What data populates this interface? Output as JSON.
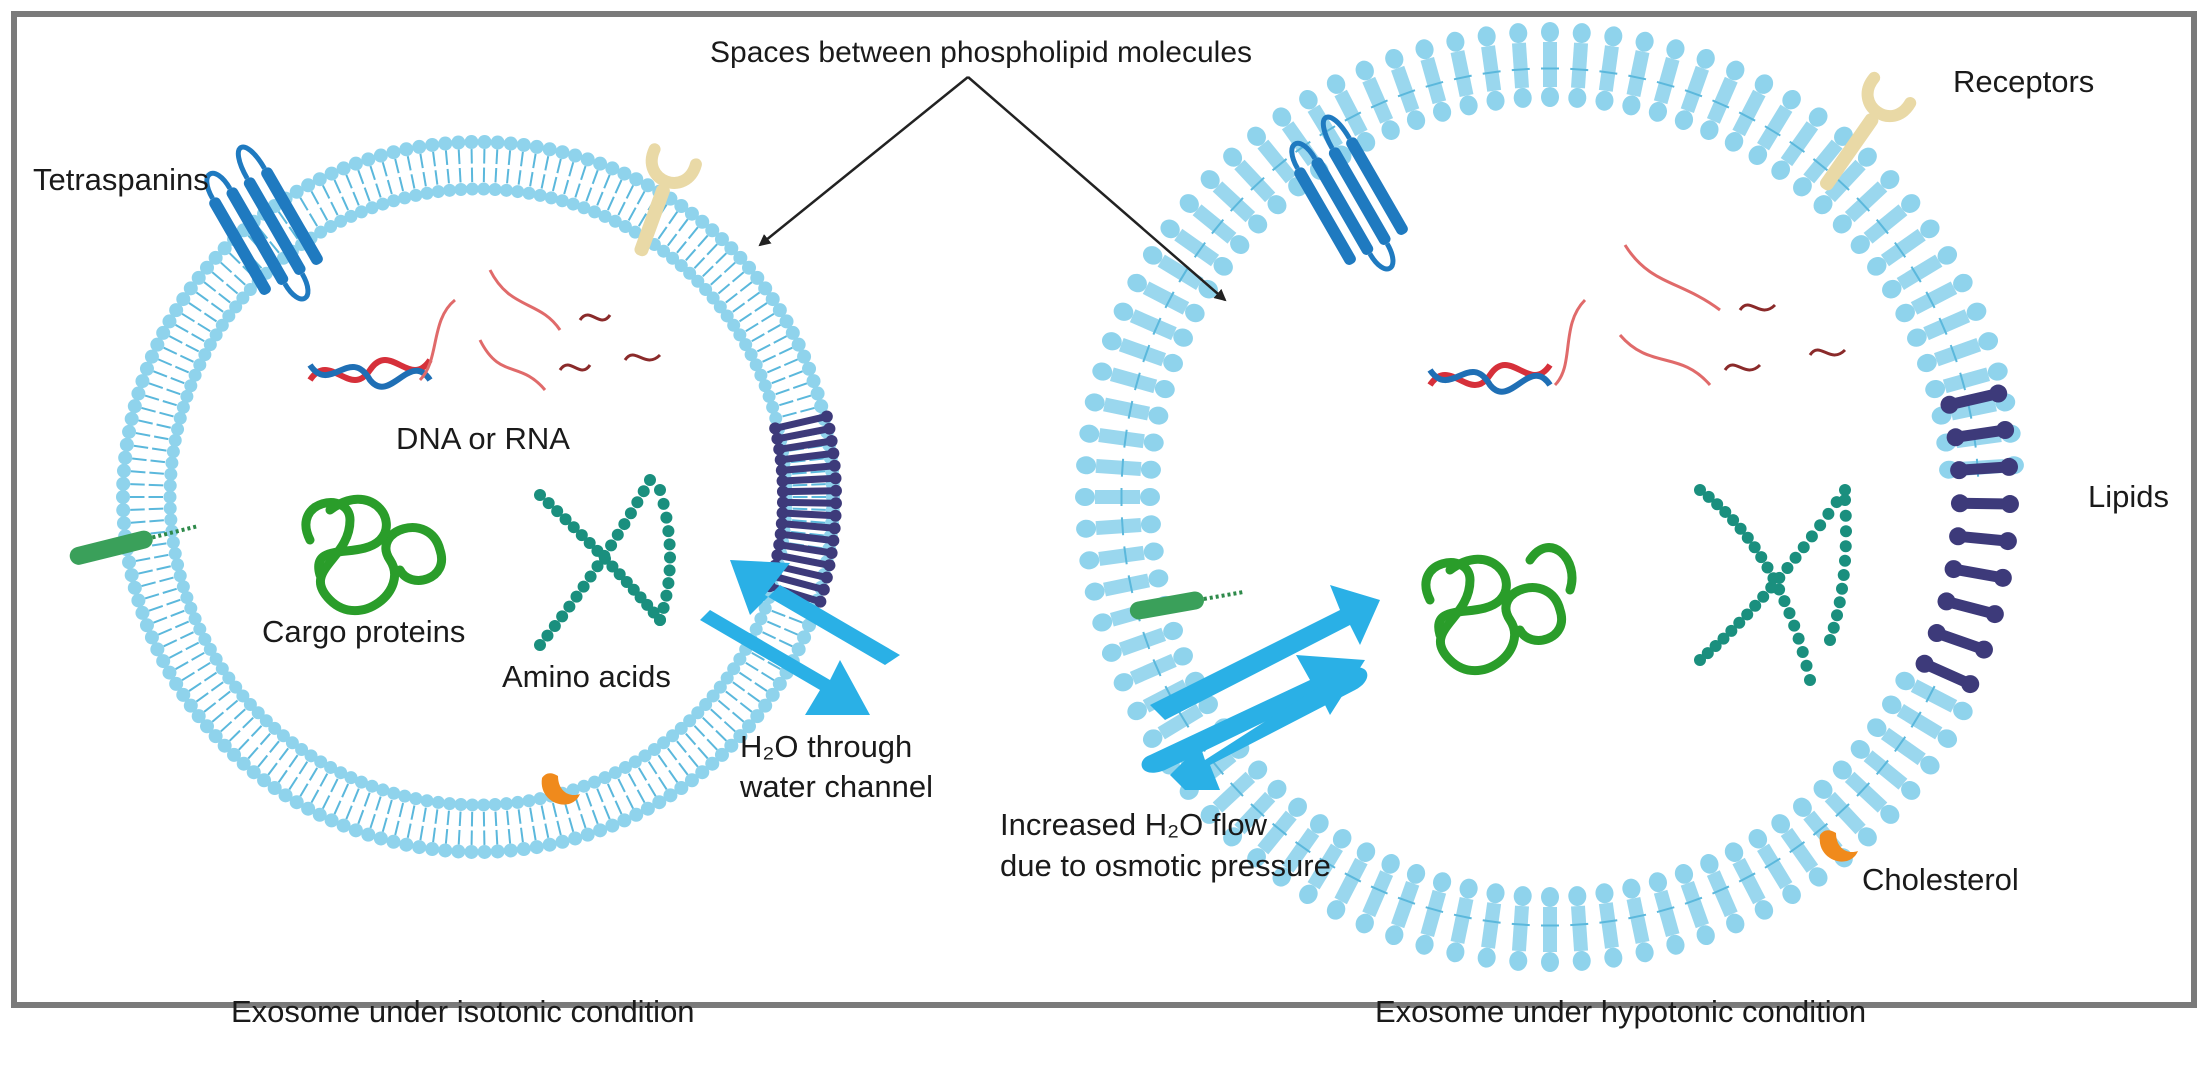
{
  "labels": {
    "spaces": "Spaces between phospholipid molecules",
    "tetraspanins": "Tetraspanins",
    "receptors": "Receptors",
    "dna_rna": "DNA or RNA",
    "cargo_proteins": "Cargo proteins",
    "amino_acids": "Amino acids",
    "h2o_line1": "H₂O through",
    "h2o_line2": "water channel",
    "lipids": "Lipids",
    "increased_line1": "Increased H₂O flow",
    "increased_line2": "due to osmotic pressure",
    "cholesterol": "Cholesterol"
  },
  "captions": {
    "isotonic": "Exosome under isotonic condition",
    "hypotonic": "Exosome under hypotonic condition"
  },
  "colors": {
    "frame": "#7a7a7a",
    "membrane": "#8fd3ec",
    "membrane_dark": "#5bb8dc",
    "tetraspanin": "#1f7ac0",
    "receptor": "#e9d9a6",
    "lipid_channel": "#3d3a7a",
    "arrow": "#2ab0e6",
    "protein": "#2a9d2a",
    "amino": "#1a8f7e",
    "dna_red": "#d6303a",
    "dna_blue": "#1f6fb5",
    "rna": "#e06a6a",
    "cholesterol": "#f08a1c",
    "rod": "#3aa05a"
  },
  "icons": [
    "tetraspanin-icon",
    "receptor-icon",
    "dna-icon",
    "rna-icon",
    "protein-icon",
    "amino-acid-chain-icon",
    "water-arrow-icon",
    "cholesterol-icon",
    "lipid-channel-icon"
  ]
}
